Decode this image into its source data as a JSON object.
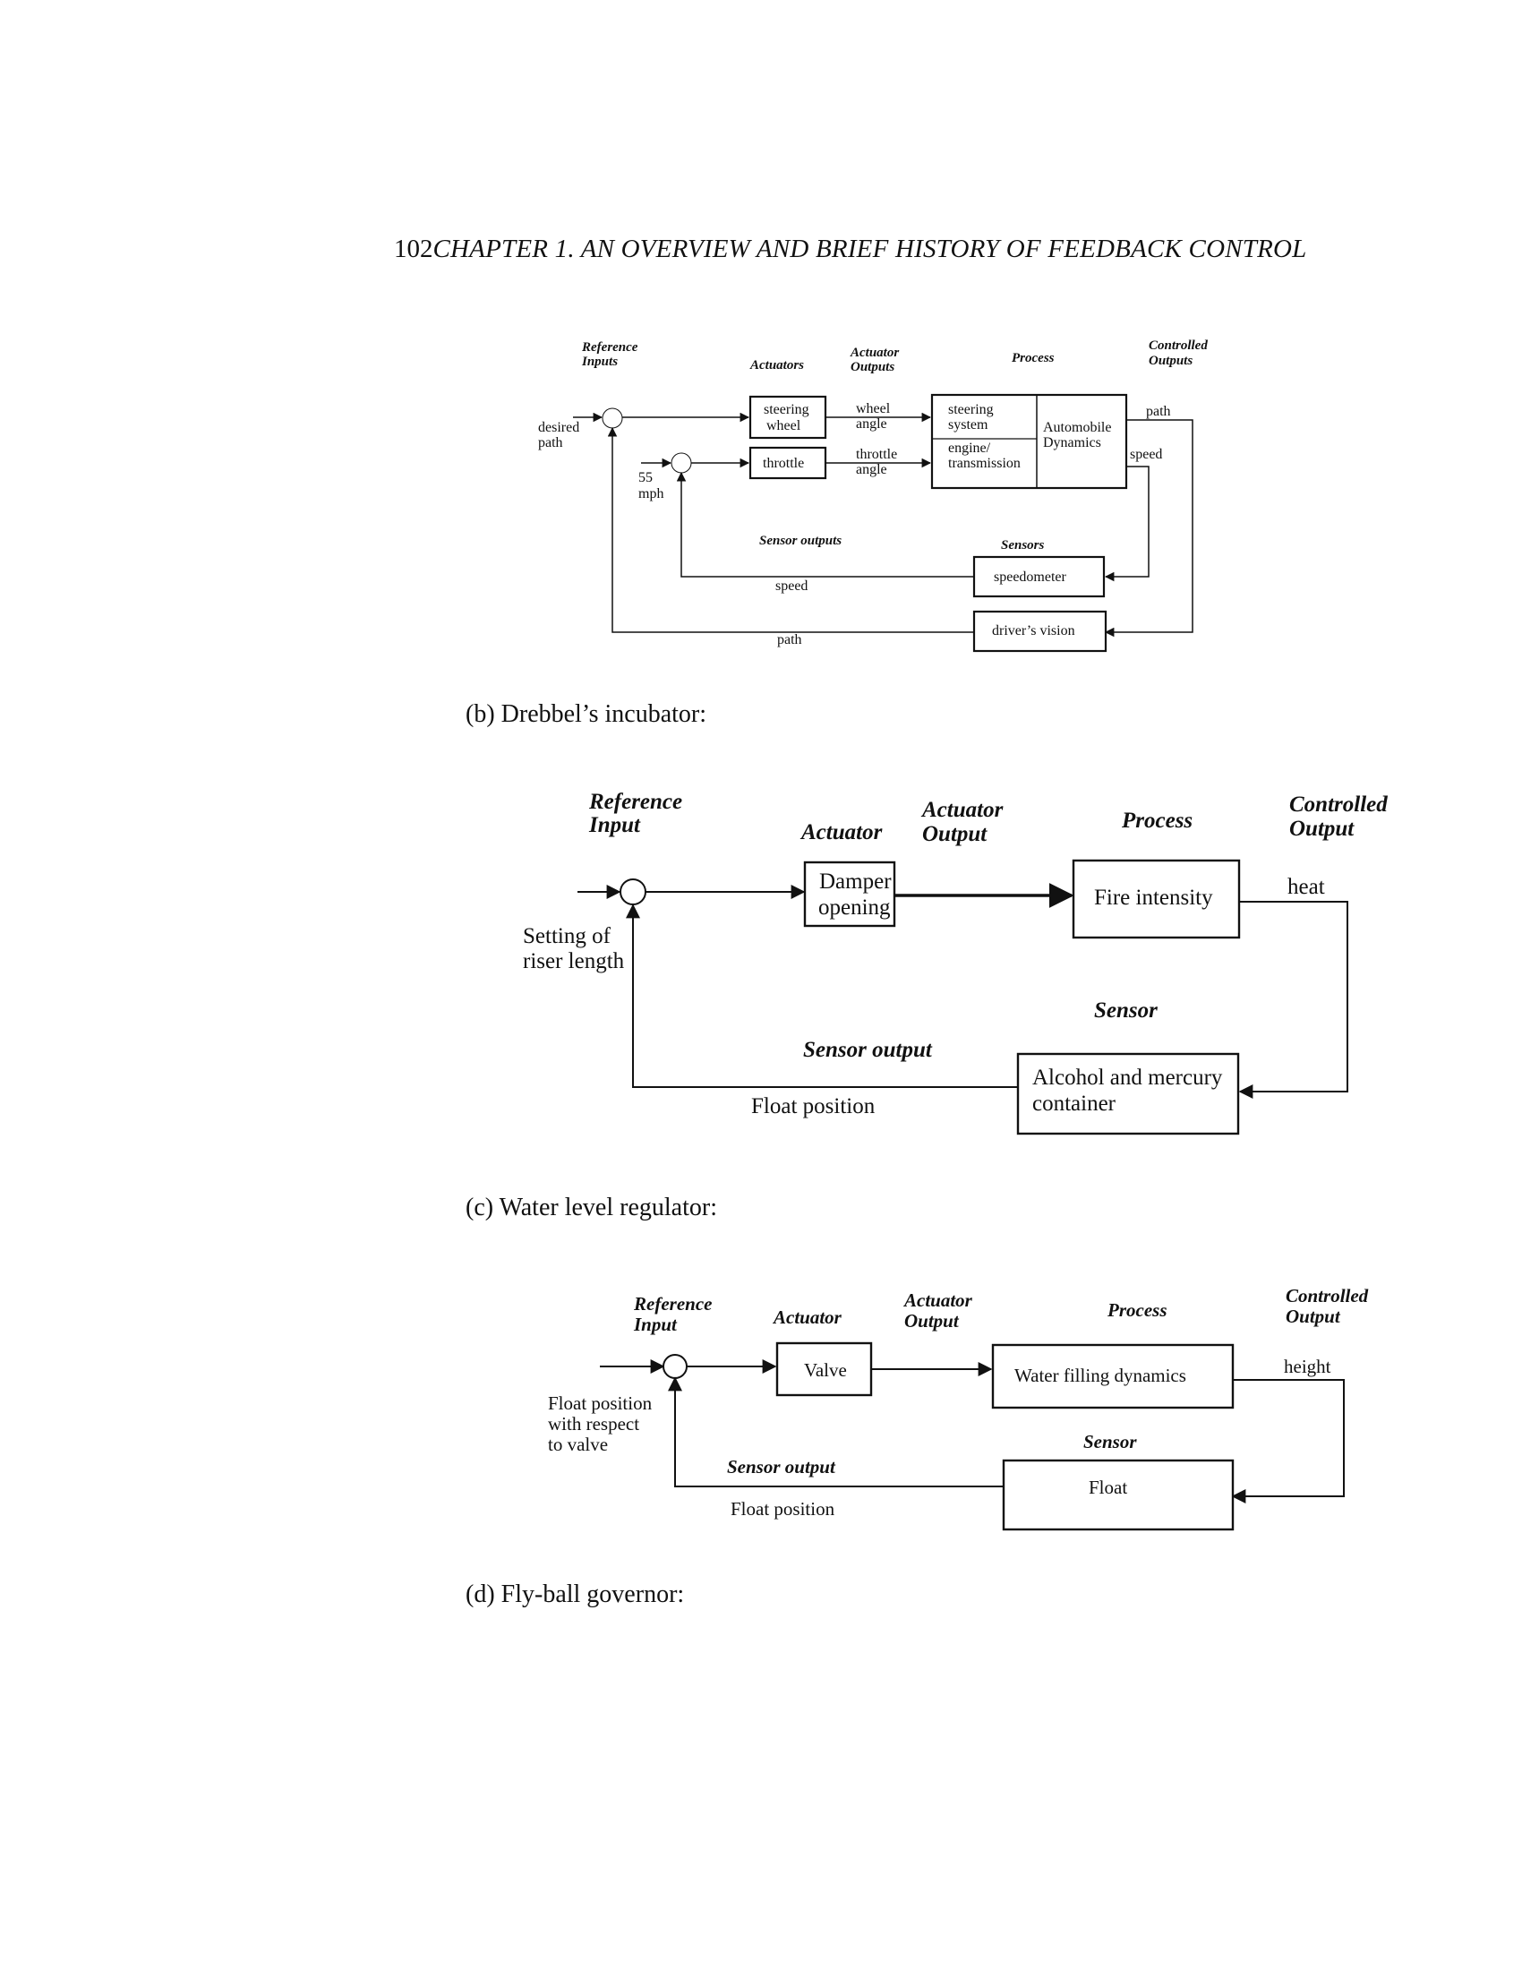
{
  "header": {
    "page_number": "102",
    "chapter": "CHAPTER 1.  AN OVERVIEW AND BRIEF HISTORY OF FEEDBACK CONTROL"
  },
  "captions": {
    "b": "(b)  Drebbel’s incubator:",
    "c": "(c)  Water level regulator:",
    "d": "(d)  Fly-ball governor:"
  },
  "diagram_a": {
    "headings": {
      "ref_1": "Reference",
      "ref_2": "Inputs",
      "actuators": "Actuators",
      "act_out_1": "Actuator",
      "act_out_2": "Outputs",
      "process": "Process",
      "ctrl_1": "Controlled",
      "ctrl_2": "Outputs",
      "sensor_outputs": "Sensor  outputs",
      "sensors": "Sensors"
    },
    "inputs": {
      "desired_1": "desired",
      "desired_2": "path",
      "speed_1": "55",
      "speed_2": "mph"
    },
    "blocks": {
      "steering_1": "steering",
      "steering_2": "wheel",
      "throttle": "throttle",
      "steer_sys_1": "steering",
      "steer_sys_2": "system",
      "engine_1": "engine/",
      "engine_2": "transmission",
      "auto_1": "Automobile",
      "auto_2": "Dynamics",
      "speedometer": "speedometer",
      "vision": "driver’s  vision"
    },
    "signals": {
      "wheel_1": "wheel",
      "wheel_2": "angle",
      "throttle_1": "throttle",
      "throttle_2": "angle",
      "path_out": "path",
      "speed_out": "speed",
      "speed_fb": "speed",
      "path_fb": "path"
    }
  },
  "diagram_b": {
    "headings": {
      "ref_1": "Reference",
      "ref_2": "Input",
      "actuator": "Actuator",
      "act_out_1": "Actuator",
      "act_out_2": "Output",
      "process": "Process",
      "ctrl_1": "Controlled",
      "ctrl_2": "Output",
      "sensor": "Sensor",
      "sensor_output": "Sensor  output"
    },
    "input_1": "Setting  of",
    "input_2": "riser  length",
    "blocks": {
      "damper_1": "Damper",
      "damper_2": "opening",
      "fire": "Fire  intensity",
      "container_1": "Alcohol  and  mercury",
      "container_2": "container"
    },
    "signals": {
      "heat": "heat",
      "float_position": "Float  position"
    }
  },
  "diagram_c": {
    "headings": {
      "ref_1": "Reference",
      "ref_2": "Input",
      "actuator": "Actuator",
      "act_out_1": "Actuator",
      "act_out_2": "Output",
      "process": "Process",
      "ctrl_1": "Controlled",
      "ctrl_2": "Output",
      "sensor": "Sensor",
      "sensor_output": "Sensor  output"
    },
    "input_1": "Float  position",
    "input_2": "with  respect",
    "input_3": "to  valve",
    "blocks": {
      "valve": "Valve",
      "water": "Water  filling  dynamics",
      "float": "Float"
    },
    "signals": {
      "height": "height",
      "float_position": "Float  position"
    }
  }
}
